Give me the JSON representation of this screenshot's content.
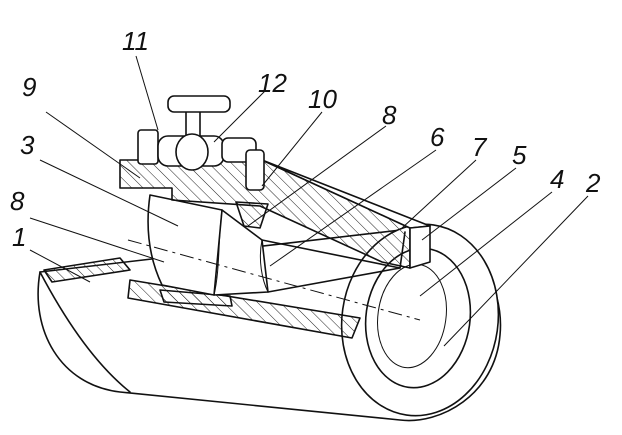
{
  "figure": {
    "callouts": [
      {
        "id": "c1",
        "label": "1"
      },
      {
        "id": "c2",
        "label": "2"
      },
      {
        "id": "c3",
        "label": "3"
      },
      {
        "id": "c4",
        "label": "4"
      },
      {
        "id": "c5",
        "label": "5"
      },
      {
        "id": "c6",
        "label": "6"
      },
      {
        "id": "c7",
        "label": "7"
      },
      {
        "id": "c8a",
        "label": "8"
      },
      {
        "id": "c8b",
        "label": "8"
      },
      {
        "id": "c9",
        "label": "9"
      },
      {
        "id": "c10",
        "label": "10"
      },
      {
        "id": "c11",
        "label": "11"
      },
      {
        "id": "c12",
        "label": "12"
      }
    ]
  }
}
